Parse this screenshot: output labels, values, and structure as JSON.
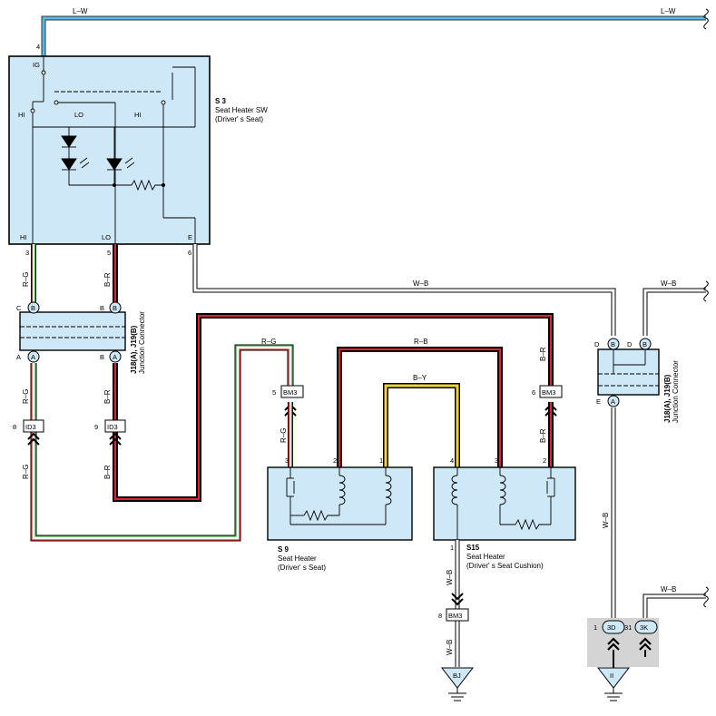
{
  "wires": {
    "top_left": "L–W",
    "top_right": "L–W",
    "e_right": "W–B",
    "junction_top_right": "W–B",
    "rg_top": "R–G",
    "rb_top": "R–B",
    "by_top": "B–Y",
    "rg_s3_pin3": "R–G",
    "br_s3_pin5": "B–R",
    "rg_conn_a": "R–G",
    "br_conn_b": "B–R",
    "rg_id3": "R–G",
    "br_id3": "B–R",
    "rg_s9": "R–G",
    "br_top_right": "B–R",
    "br_s15": "B–R",
    "wb_s15": "W–B",
    "wb_bm3": "W–B",
    "wb_right_vertical": "W–B",
    "wb_3k": "W–B"
  },
  "switch": {
    "id": "S 3",
    "name": "Seat Heater SW",
    "sub": "(Driver' s Seat)",
    "pin_ig_num": "4",
    "pin_ig": "IG",
    "hi_left": "HI",
    "lo": "LO",
    "hi_right": "HI",
    "bottom_hi": "HI",
    "bottom_lo": "LO",
    "bottom_e": "E",
    "pin_3": "3",
    "pin_5": "5",
    "pin_6": "6"
  },
  "conn_left": {
    "title_line1": "J18(A), J19(B)",
    "title_line2": "Junction Connector",
    "c": "C",
    "b_top_l": "B",
    "b_top_r": "B",
    "b_top_r_letter": "B",
    "a": "A",
    "a_l": "A",
    "b_bot": "B",
    "a_r": "A"
  },
  "id3_left": {
    "num": "8",
    "label": "ID3"
  },
  "id3_right": {
    "num": "9",
    "label": "ID3"
  },
  "bm3_left": {
    "num": "5",
    "label": "BM3"
  },
  "bm3_right": {
    "num": "6",
    "label": "BM3"
  },
  "bm3_bottom": {
    "num": "8",
    "label": "BM3"
  },
  "s9": {
    "id": "S 9",
    "name": "Seat Heater",
    "sub": "(Driver' s Seat)",
    "pin_3": "3",
    "pin_2": "2",
    "pin_1": "1"
  },
  "s15": {
    "id": "S15",
    "name": "Seat Heater",
    "sub": "(Driver' s Seat Cushion)",
    "pin_4": "4",
    "pin_3": "3",
    "pin_2": "2",
    "pin_1": "1"
  },
  "conn_right": {
    "title_line1": "J18(A), J19(B)",
    "title_line2": "Junction Connector",
    "d1": "D",
    "b1": "B",
    "d2": "D",
    "b2": "B",
    "e": "E",
    "a": "A"
  },
  "ground_bj": "BJ",
  "ground_ii": "II",
  "conn_3d": {
    "num": "1",
    "label": "3D"
  },
  "conn_3k": {
    "num": "31",
    "label": "3K"
  },
  "colors": {
    "box_fill": "#cfe8f7",
    "lw_wire": "#55b8e8",
    "red": "#e0242a",
    "green": "#3aa64a",
    "yellow": "#f2d23a",
    "ground_box": "#d4d4d4"
  }
}
